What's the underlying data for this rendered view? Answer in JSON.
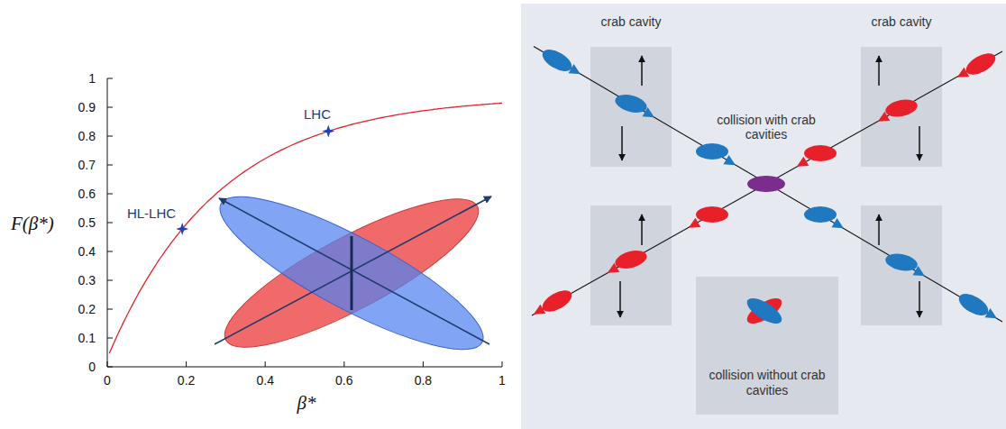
{
  "diagram": {
    "nodes": [
      {
        "text": [
          "collision without crab cavities"
        ]
      }
    ],
    "labels": [
      "0",
      "0.1",
      "0.2",
      "0.3",
      "0.4",
      "0.5",
      "0.6",
      "0.7",
      "0.8",
      "0.9",
      "1",
      "0",
      "0.2",
      "0.4",
      "0.6",
      "0.8",
      "1",
      "F(β*)",
      "β*",
      "LHC",
      "HL-LHC",
      "crab cavity",
      "crab cavity",
      "collision with crab cavities"
    ]
  }
}
